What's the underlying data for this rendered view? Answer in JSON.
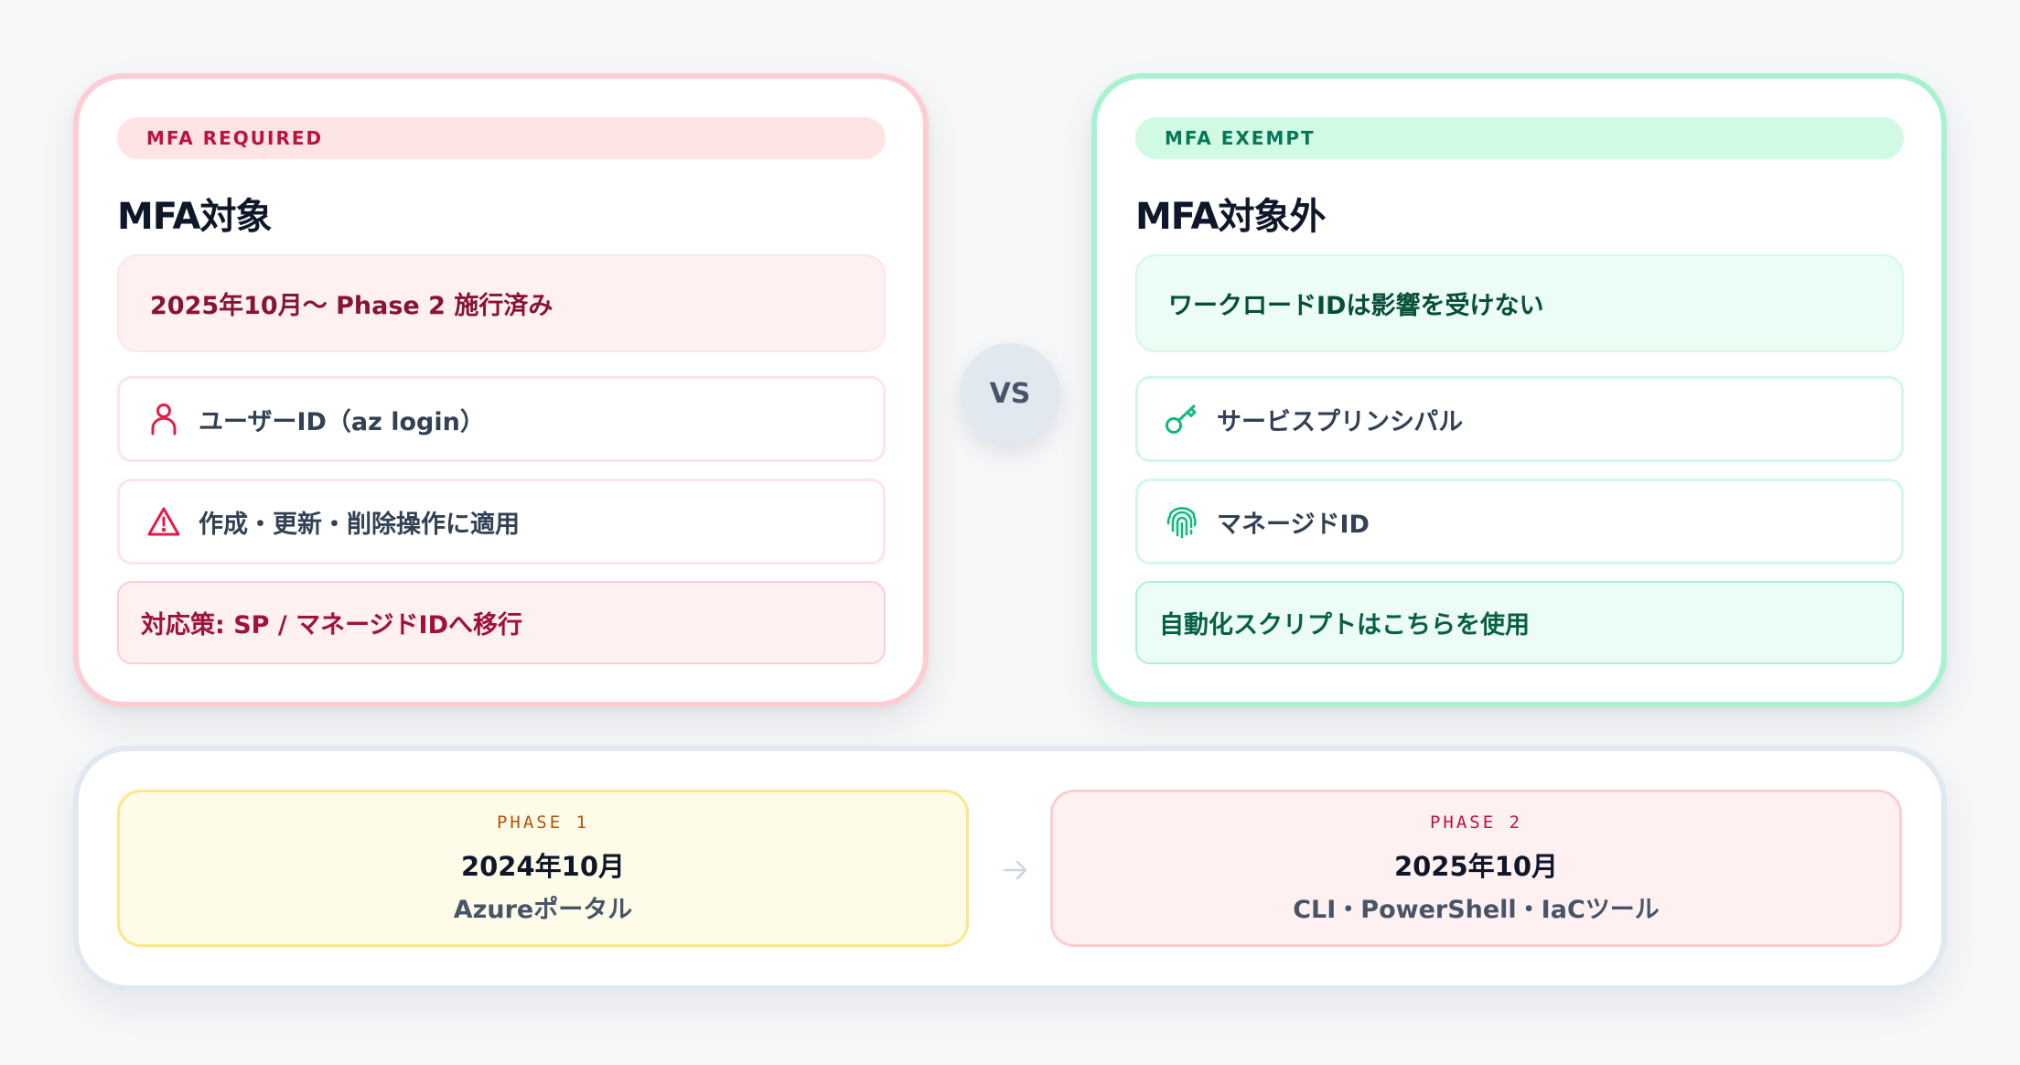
{
  "colors": {
    "page_bg": "#f6f7f9",
    "required_border": "#fecdd3",
    "required_accent": "#be123c",
    "exempt_border": "#a7f3d0",
    "exempt_accent": "#047857",
    "phase1_border": "#fde68a",
    "phase2_border": "#fecdd3"
  },
  "required": {
    "badge": "MFA REQUIRED",
    "title": "MFA対象",
    "highlight": "2025年10月～ Phase 2 施行済み",
    "items": [
      {
        "icon": "user-icon",
        "label": "ユーザーID（az login）"
      },
      {
        "icon": "warning-icon",
        "label": "作成・更新・削除操作に適用"
      }
    ],
    "note": "対応策: SP / マネージドIDへ移行"
  },
  "vs_label": "VS",
  "exempt": {
    "badge": "MFA EXEMPT",
    "title": "MFA対象外",
    "highlight": "ワークロードIDは影響を受けない",
    "items": [
      {
        "icon": "key-icon",
        "label": "サービスプリンシパル"
      },
      {
        "icon": "fingerprint-icon",
        "label": "マネージドID"
      }
    ],
    "note": "自動化スクリプトはこちらを使用"
  },
  "timeline": {
    "phases": [
      {
        "label": "PHASE  1",
        "date": "2024年10月",
        "scope": "Azureポータル"
      },
      {
        "label": "PHASE  2",
        "date": "2025年10月",
        "scope": "CLI・PowerShell・IaCツール"
      }
    ],
    "arrow_icon": "arrow-right-icon"
  }
}
